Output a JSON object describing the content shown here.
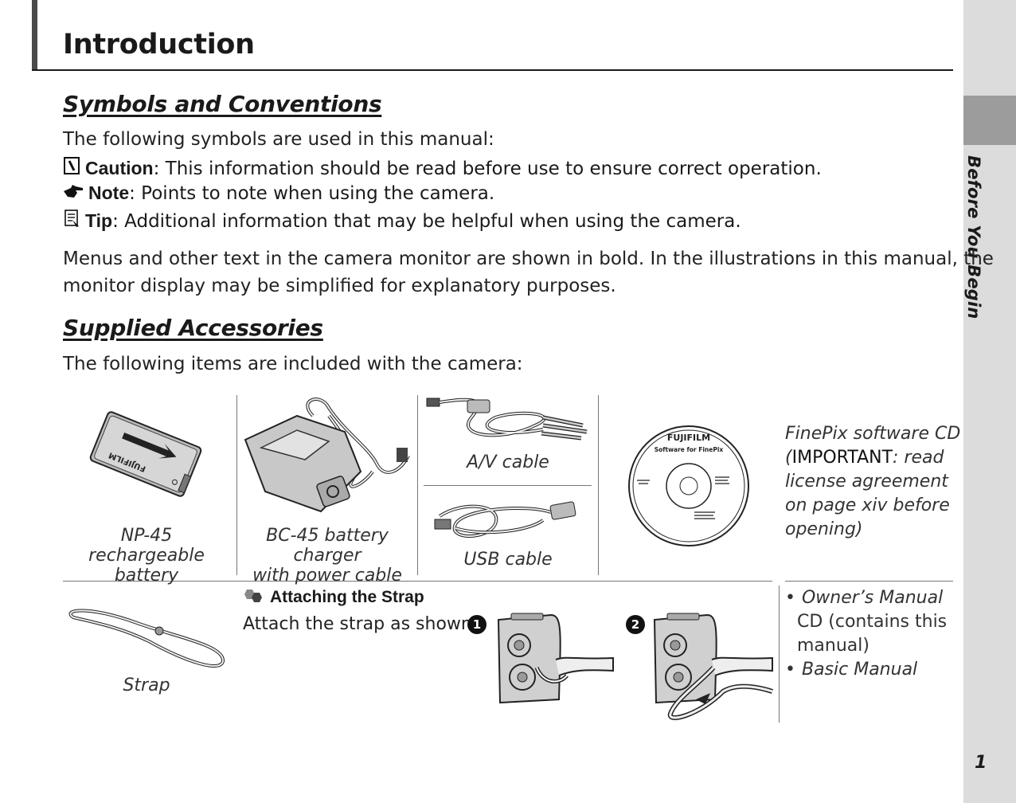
{
  "header": {
    "title": "Introduction"
  },
  "sections": {
    "symbols": {
      "heading": "Symbols and Conventions",
      "intro": "The following symbols are used in this manual:",
      "caution_label": "Caution",
      "caution_text": ": This information should be read before use to ensure correct operation.",
      "note_label": "Note",
      "note_text": ": Points to note when using the camera.",
      "tip_label": "Tip",
      "tip_text": ": Additional information that may be helpful when using the camera.",
      "para_line1": "Menus and other text in the camera monitor are shown in bold.  In the illustrations in this manual, the",
      "para_line2": "monitor display may be simplified for explanatory purposes."
    },
    "accessories": {
      "heading": "Supplied Accessories",
      "intro": "The following items are included with the camera:",
      "battery_line1": "NP-45 rechargeable",
      "battery_line2": "battery",
      "battery_brand": "FUJIFILM",
      "charger_line1": "BC-45 battery charger",
      "charger_line2": "with power cable",
      "av_cable": "A/V cable",
      "usb_cable": "USB cable",
      "cd_brand": "FUJIFILM",
      "cd_subtitle": "Software for FinePix",
      "cd_line1": "FinePix software CD",
      "cd_line2_prefix": "(",
      "cd_line2_important": "IMPORTANT",
      "cd_line2_rest": ": read",
      "cd_line3": "license agreement",
      "cd_line4": "on page xiv before",
      "cd_line5": "opening)",
      "strap": "Strap",
      "attach_heading": "Attaching the Strap",
      "attach_text": "Attach the strap as shown.",
      "step1": "1",
      "step2": "2",
      "manual_line1": "Owner’s Manual",
      "manual_line2": "CD (contains this",
      "manual_line3": "manual)",
      "basic_manual": "Basic Manual",
      "bullet": "•"
    }
  },
  "side_tab": {
    "label": "Before You Begin"
  },
  "footer": {
    "page_number": "1"
  }
}
